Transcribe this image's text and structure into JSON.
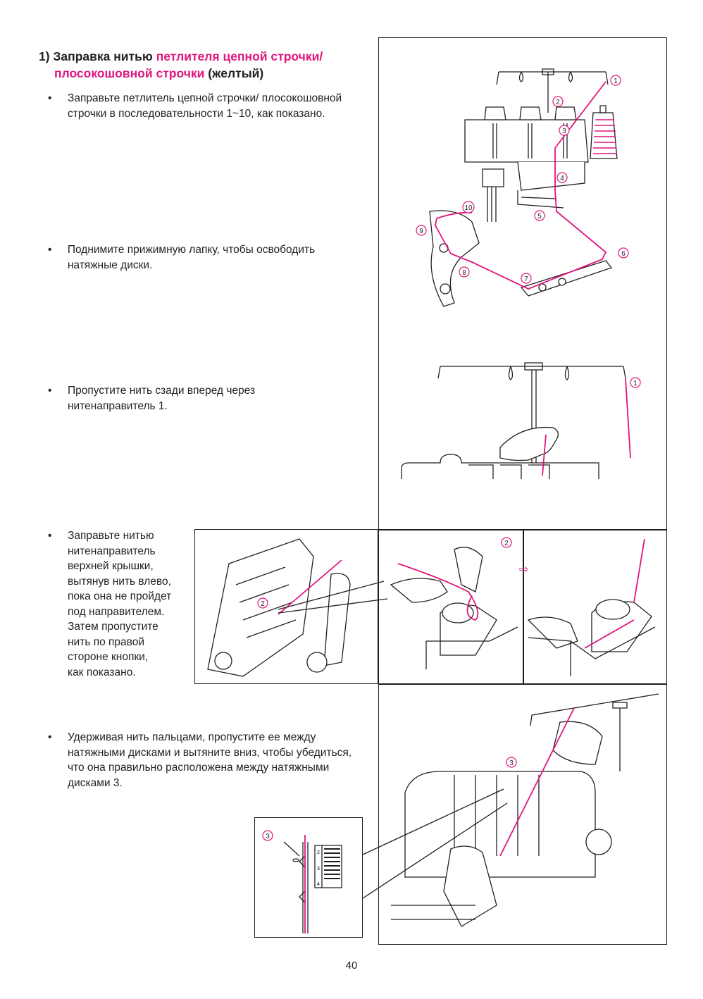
{
  "heading": {
    "prefix": "1) Заправка нитью ",
    "highlight_1": "петлителя цепной строчки/",
    "highlight_2": "плосокошовной строчки",
    "suffix": " (желтый)"
  },
  "steps": [
    {
      "bullet": "•",
      "text": "Заправьте петлитель цепной строчки/ плосокошовной строчки в последовательности 1~10, как показано."
    },
    {
      "bullet": "•",
      "text": "Поднимите прижимную лапку, чтобы освободить натяжные диски."
    },
    {
      "bullet": "•",
      "text": "Пропустите нить сзади вперед через нитенаправитель 1."
    },
    {
      "bullet": "•",
      "lines": [
        "Заправьте нитью",
        "нитенаправитель",
        "верхней крышки,",
        "вытянув нить влево,",
        "пока она не пройдет",
        "под направителем.",
        "Затем пропустите",
        "нить по правой",
        "стороне кнопки,",
        "как показано."
      ]
    },
    {
      "bullet": "•",
      "text": "Удерживая нить пальцами, пропустите ее между натяжными дисками и вытяните вниз, чтобы убедиться, что она правильно расположена между натяжными дисками 3."
    }
  ],
  "callouts": {
    "main": [
      "1",
      "2",
      "3",
      "4",
      "5",
      "6",
      "7",
      "8",
      "9",
      "10"
    ],
    "guide": "1",
    "cover": "2",
    "hands": "2",
    "tension": "3",
    "detail": "3",
    "dial": [
      "2",
      "3",
      "4"
    ]
  },
  "arrow_glyph": "⇨",
  "page_number": "40",
  "colors": {
    "accent": "#e0157e",
    "ink": "#231f20"
  }
}
